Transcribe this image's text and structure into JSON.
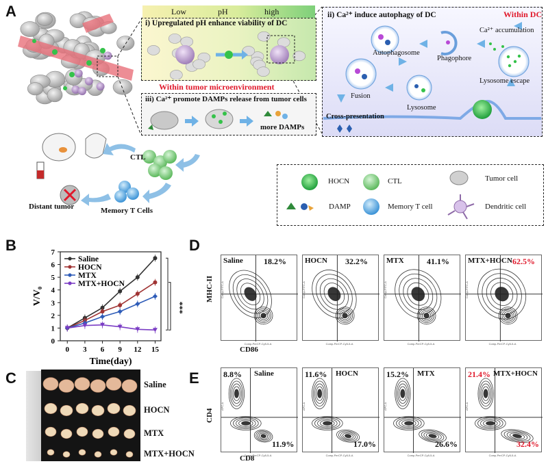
{
  "panels": {
    "A": "A",
    "B": "B",
    "C": "C",
    "D": "D",
    "E": "E"
  },
  "panelA": {
    "ph_scale": {
      "low": "Low",
      "mid": "pH",
      "high": "high"
    },
    "box_i_title": "i) Upregulated pH enhance viability of DC",
    "microenv_label": "Within tumor microenvironment",
    "box_iii_title": "iii) Ca²⁺ promote DAMPs  release from tumor cells",
    "more_damps": "more DAMPs",
    "box_ii": {
      "title": "ii) Ca²⁺ induce autophagy of DC",
      "within": "Within DC",
      "autophagosome": "Autophagosome",
      "phagophore": "Phagophore",
      "ca_accum": "Ca²⁺ accumulation",
      "fusion": "Fusion",
      "lysosome": "Lysosome",
      "lysosome_escape": "Lysosome escape",
      "cross": "Cross-presentation"
    },
    "cycle": {
      "ctl": "CTL",
      "memory": "Memory T Cells",
      "distant": "Distant tumor"
    },
    "legend": {
      "hocn": "HOCN",
      "ctl": "CTL",
      "tumor": "Tumor cell",
      "damp": "DAMP",
      "memory": "Memory T cell",
      "dendritic": "Dendritic cell"
    },
    "colors": {
      "accent_red": "#e0192b",
      "gradient_low": "#f6f0b0",
      "gradient_high": "#7ed07a",
      "cycle_arrow": "#8ec0e6",
      "ctl_green": "#8fd48f",
      "hocn_green": "#35c24a",
      "memory_blue": "#4aa6e6"
    }
  },
  "chart_data": {
    "type": "line",
    "xlabel": "Time(day)",
    "ylabel": "V/V₀",
    "x": [
      0,
      3,
      6,
      9,
      12,
      15
    ],
    "xticks": [
      "0",
      "3",
      "6",
      "9",
      "12",
      "15"
    ],
    "yticks": [
      "0",
      "1",
      "2",
      "3",
      "4",
      "5",
      "6",
      "7"
    ],
    "ylim": [
      0,
      7
    ],
    "xlim": [
      -1.2,
      16
    ],
    "significance": "***",
    "series": [
      {
        "name": "Saline",
        "color": "#333333",
        "values": [
          1.0,
          1.8,
          2.6,
          3.9,
          5.0,
          6.5
        ]
      },
      {
        "name": "HOCN",
        "color": "#a03434",
        "values": [
          1.0,
          1.6,
          2.3,
          2.8,
          3.7,
          4.6
        ]
      },
      {
        "name": "MTX",
        "color": "#2e5cb8",
        "values": [
          1.0,
          1.4,
          1.9,
          2.3,
          2.9,
          3.5
        ]
      },
      {
        "name": "MTX+HOCN",
        "color": "#7a3cc4",
        "values": [
          1.0,
          1.2,
          1.25,
          1.1,
          0.9,
          0.85
        ]
      }
    ]
  },
  "panelC": {
    "labels": [
      "Saline",
      "HOCN",
      "MTX",
      "MTX+HOCN"
    ]
  },
  "panelD": {
    "ylabel": "MHC-II",
    "xlabel": "CD86",
    "plots": [
      {
        "name": "Saline",
        "pct": "18.2%"
      },
      {
        "name": "HOCN",
        "pct": "32.2%"
      },
      {
        "name": "MTX",
        "pct": "41.1%"
      },
      {
        "name": "MTX+HOCN",
        "pct": "62.5%"
      }
    ],
    "axis_x": "Comp-PerCP-Cy5-5-A",
    "axis_y": "Comp-FITC-A"
  },
  "panelE": {
    "ylabel": "CD4",
    "xlabel": "CD8",
    "plots": [
      {
        "name": "Saline",
        "tl": "8.8%",
        "br": "11.9%"
      },
      {
        "name": "HOCN",
        "tl": "11.6%",
        "br": "17.0%"
      },
      {
        "name": "MTX",
        "tl": "15.2%",
        "br": "26.6%"
      },
      {
        "name": "MTX+HOCN",
        "tl": "21.4%",
        "br": "32.4%"
      }
    ],
    "axis_x": "Comp-PerCP-Cy5-5-A",
    "axis_y": "APC-A"
  }
}
